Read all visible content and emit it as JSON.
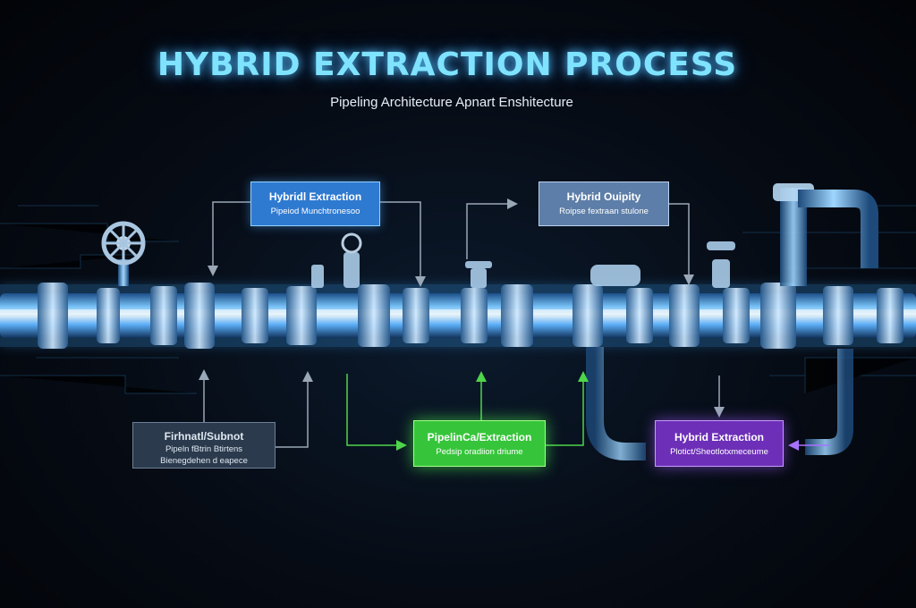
{
  "title": "HYBRID EXTRACTION PROCESS",
  "subtitle": "Pipeling Architecture Apnart Enshitecture",
  "boxes": {
    "top_left": {
      "title": "Hybridl Extraction",
      "sub": "Pipeiod Munchtronesoo"
    },
    "top_right": {
      "title": "Hybrid Ouipity",
      "sub": "Roipse fextraan stulone"
    },
    "bottom_left": {
      "title": "Firhnatl/Subnot",
      "sub": "Pipeln fBtrin Btirtens",
      "sub2": "Bienegdehen d eapece"
    },
    "bottom_center": {
      "title": "PipelinCa/Extraction",
      "sub": "Pedsip oradiion driume"
    },
    "bottom_right": {
      "title": "Hybrid Extraction",
      "sub": "Plotict/Sheotlotxmeceume"
    }
  },
  "colors": {
    "pipe_glow": "#3aa8ff",
    "box_blue": "#2f7ad1",
    "box_steel": "#5d7ea8",
    "box_gray": "#2b3a4c",
    "box_green": "#36c53a",
    "box_purple": "#6d2fb8"
  }
}
